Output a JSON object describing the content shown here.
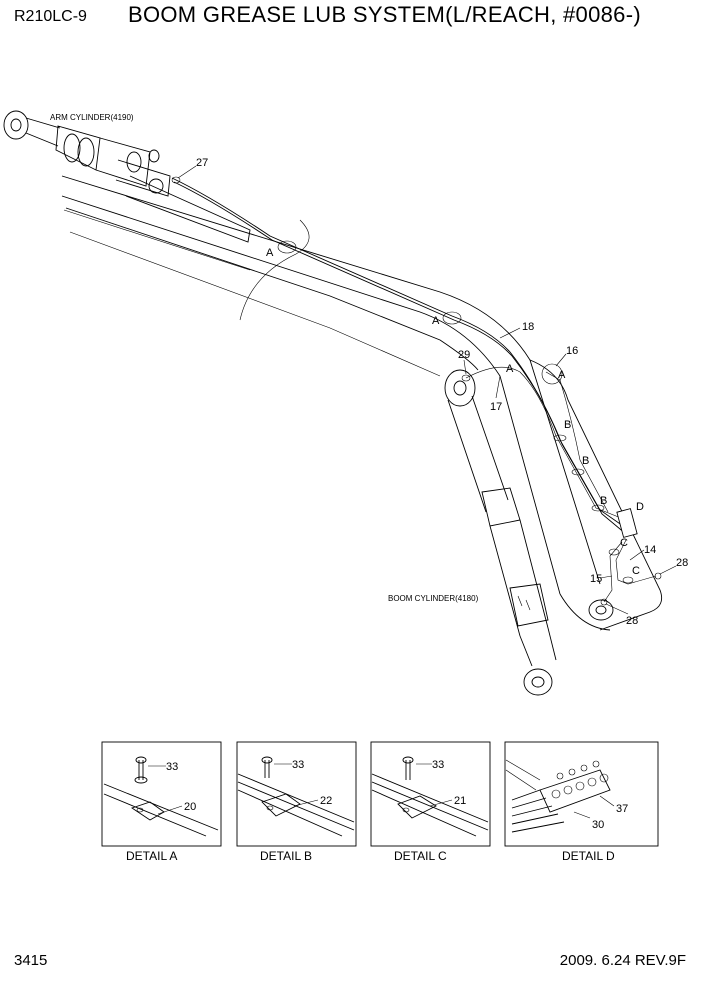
{
  "header": {
    "model": "R210LC-9",
    "title": "BOOM GREASE LUB SYSTEM(L/REACH, #0086-)"
  },
  "footer": {
    "page_number": "3415",
    "revision": "2009. 6.24  REV.9F"
  },
  "main": {
    "arm_cylinder": "ARM CYLINDER(4190)",
    "boom_cylinder": "BOOM CYLINDER(4180)",
    "callouts": {
      "c27": "27",
      "c18": "18",
      "c16": "16",
      "c29": "29",
      "c17": "17",
      "c14": "14",
      "c15": "15",
      "c28a": "28",
      "c28b": "28",
      "a1": "A",
      "a2": "A",
      "a3": "A",
      "a4": "A",
      "b1": "B",
      "b2": "B",
      "b3": "B",
      "cc1": "C",
      "cc2": "C",
      "d1": "D"
    }
  },
  "details": [
    {
      "caption": "DETAIL  A",
      "bolt": "33",
      "part": "20"
    },
    {
      "caption": "DETAIL  B",
      "bolt": "33",
      "part": "22"
    },
    {
      "caption": "DETAIL  C",
      "bolt": "33",
      "part": "21"
    },
    {
      "caption": "DETAIL  D",
      "part_top": "37",
      "part_bottom": "30"
    }
  ]
}
